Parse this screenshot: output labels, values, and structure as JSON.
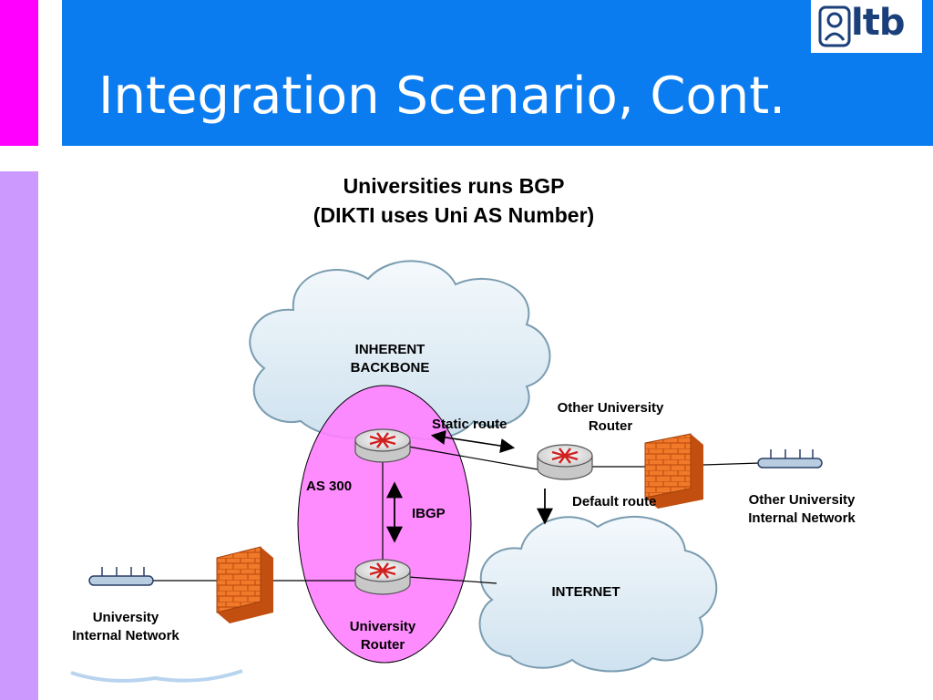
{
  "slide": {
    "title": "Integration Scenario, Cont.",
    "logo_text": "ltb"
  },
  "diagram": {
    "heading_line1": "Universities runs BGP",
    "heading_line2": "(DIKTI uses Uni AS Number)",
    "backbone_line1": "INHERENT",
    "backbone_line2": "BACKBONE",
    "static_route": "Static route",
    "other_router_line1": "Other University",
    "other_router_line2": "Router",
    "as_label": "AS 300",
    "ibgp": "IBGP",
    "default_route": "Default route",
    "other_net_line1": "Other University",
    "other_net_line2": "Internal Network",
    "internet": "INTERNET",
    "uni_router_line1": "University",
    "uni_router_line2": "Router",
    "uni_net_line1": "University",
    "uni_net_line2": "Internal Network"
  },
  "colors": {
    "header_blue": "#0b7cf0",
    "sidebar_magenta": "#ff00ff",
    "sidebar_lilac": "#cc99ff",
    "as_ellipse": "#ff80ff",
    "cloud": "#e6f1f8",
    "firewall": "#f07a2a"
  }
}
